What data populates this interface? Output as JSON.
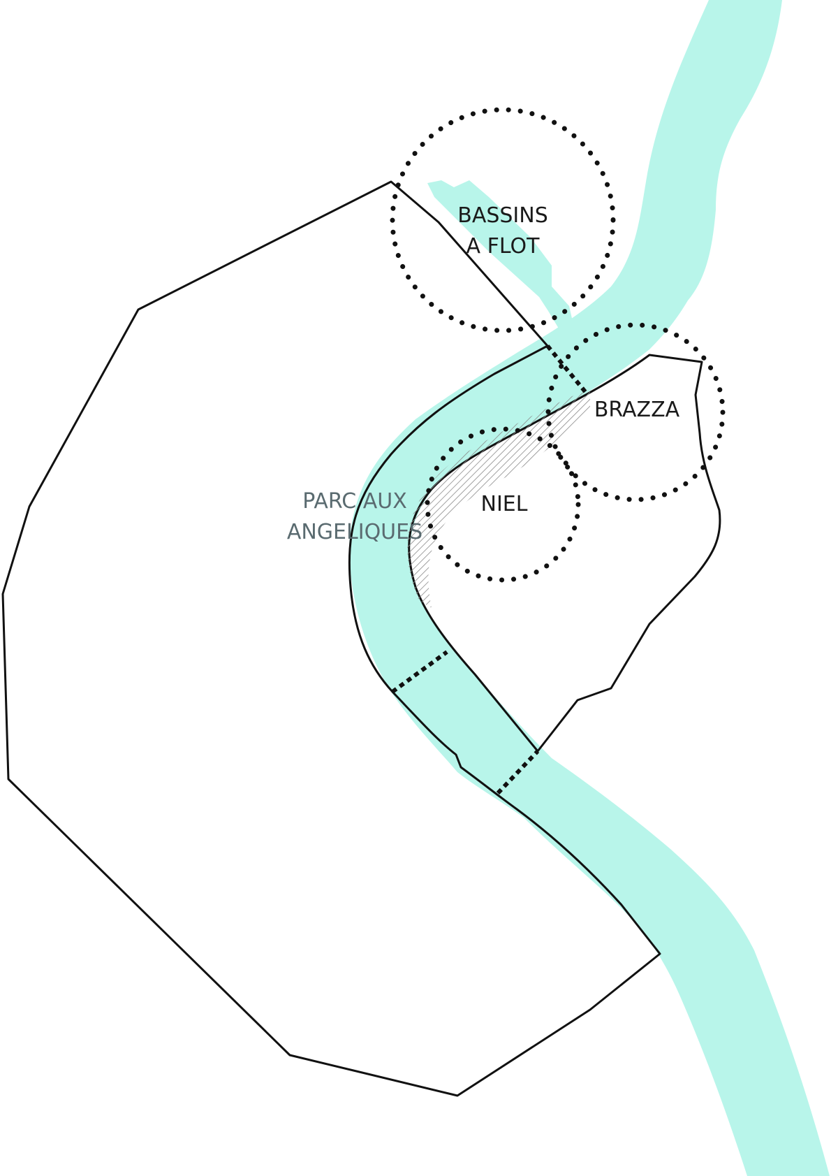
{
  "colors": {
    "water": "#b8f5ea",
    "outline": "#111111",
    "label": "#1a1a1a",
    "muted_label": "#5a6b70",
    "hatch": "#8a8a8a"
  },
  "labels": {
    "bassins_line1": "BASSINS",
    "bassins_line2": "A FLOT",
    "brazza": "BRAZZA",
    "niel": "NIEL",
    "parc_line1": "PARC AUX",
    "parc_line2": "ANGELIQUES"
  }
}
